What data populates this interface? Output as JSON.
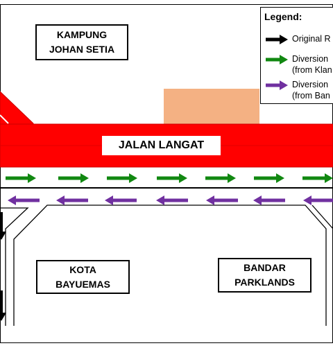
{
  "places": {
    "kampung": [
      "KAMPUNG",
      "JOHAN SETIA"
    ],
    "kota": [
      "KOTA",
      "BAYUEMAS"
    ],
    "bandar": [
      "BANDAR",
      "PARKLANDS"
    ]
  },
  "road": {
    "name": "JALAN LANGAT"
  },
  "legend": {
    "title": "Legend:",
    "items": [
      {
        "name": "original-route",
        "color": "#000000",
        "lines": [
          "Original R"
        ]
      },
      {
        "name": "diversion-klang",
        "color": "#118811",
        "lines": [
          "Diversion",
          "(from Klan"
        ]
      },
      {
        "name": "diversion-banting",
        "color": "#7030a0",
        "lines": [
          "Diversion",
          "(from Ban"
        ]
      }
    ]
  },
  "colors": {
    "road_red": "#ff0000",
    "road_edge": "#cc0000",
    "building": "#f4b183",
    "green_arrow": "#118811",
    "purple_arrow": "#7030a0",
    "black_arrow": "#000000"
  },
  "icons": {
    "green_arrows": "arrow-right-icon",
    "purple_arrows": "arrow-left-icon",
    "black_arrows": "arrow-down-icon"
  }
}
